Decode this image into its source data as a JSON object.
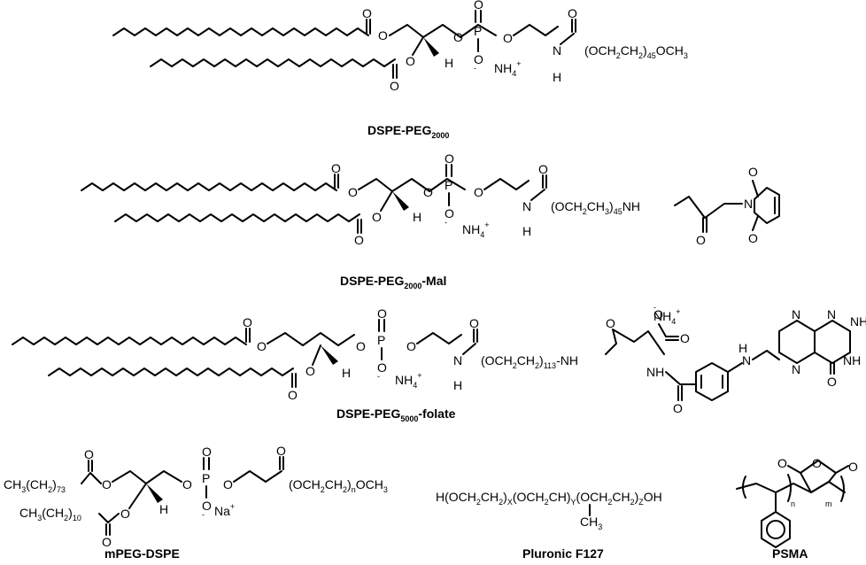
{
  "figure": {
    "captions": {
      "dspe_peg2000": {
        "main": "DSPE-PEG",
        "sub": "2000"
      },
      "dspe_peg2000_mal": {
        "main": "DSPE-PEG",
        "sub": "2000",
        "suffix": "-Mal"
      },
      "dspe_peg5000_folate": {
        "main": "DSPE-PEG",
        "sub": "5000",
        "suffix": "-folate"
      },
      "mpeg_dspe": "mPEG-DSPE",
      "pluronic": "Pluronic F127",
      "psma": "PSMA"
    },
    "atoms": {
      "O": "O",
      "P": "P",
      "N": "N",
      "H": "H",
      "O_minus": "O",
      "minus": "-",
      "NH4": "NH",
      "sub4": "4",
      "plus": "+",
      "NH": "NH",
      "NH2": "NH",
      "sub2": "2",
      "Na": "Na",
      "n": "n",
      "m": "m"
    },
    "formulas": {
      "peg45_och3": [
        "(OCH",
        "2",
        "CH",
        "2",
        ")",
        "45",
        "OCH",
        "3"
      ],
      "peg45_nh": [
        "(OCH",
        "2",
        "CH",
        "3",
        ")",
        "45",
        "NH"
      ],
      "peg113_nh": [
        "(OCH",
        "2",
        "CH",
        "2",
        ")",
        "113",
        "-NH"
      ],
      "peg_n_och3": [
        "(OCH",
        "2",
        "CH",
        "2",
        ")",
        "n",
        "OCH",
        "3"
      ],
      "ch3_73": [
        "CH",
        "3",
        "(CH",
        "2",
        ")",
        "73"
      ],
      "ch3_10": [
        "CH",
        "3",
        "(CH",
        "2",
        ")",
        "10"
      ],
      "pluronic": [
        "H(OCH",
        "2",
        "CH",
        "2",
        ")",
        "X",
        "(OCH",
        "2",
        "CH)",
        "Y",
        "(OCH",
        "2",
        "CH",
        "2",
        ")",
        "Z",
        "OH"
      ],
      "pluronic_ch3": [
        "CH",
        "3"
      ]
    }
  }
}
